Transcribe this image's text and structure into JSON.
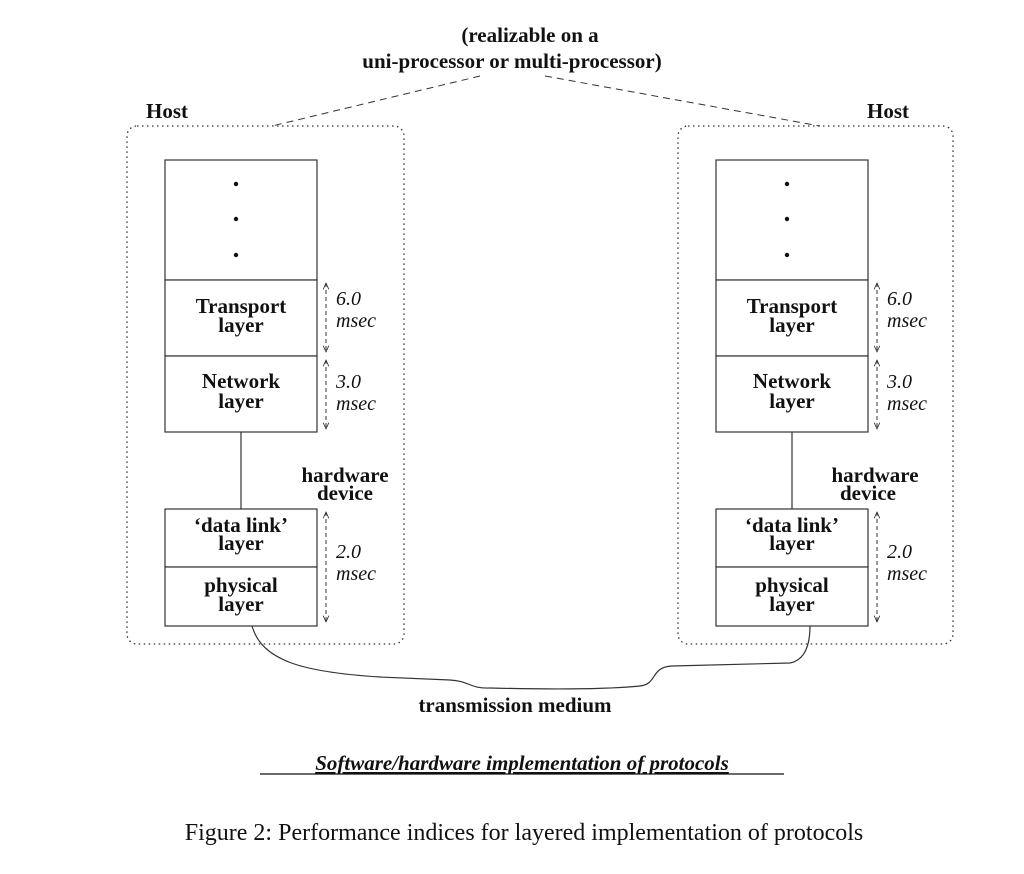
{
  "top_note": [
    "(realizable on a",
    "uni-processor  or  multi-processor)"
  ],
  "hosts": [
    {
      "label": "Host",
      "layers": {
        "transport": [
          "Transport",
          "layer"
        ],
        "network": [
          "Network",
          "layer"
        ],
        "datalink": [
          "‘data link’",
          "layer"
        ],
        "physical": [
          "physical",
          "layer"
        ]
      },
      "timings": {
        "transport": [
          "6.0",
          "msec"
        ],
        "network": [
          "3.0",
          "msec"
        ],
        "lower": [
          "2.0",
          "msec"
        ]
      },
      "device": [
        "hardware",
        "device"
      ]
    },
    {
      "label": "Host",
      "layers": {
        "transport": [
          "Transport",
          "layer"
        ],
        "network": [
          "Network",
          "layer"
        ],
        "datalink": [
          "‘data link’",
          "layer"
        ],
        "physical": [
          "physical",
          "layer"
        ]
      },
      "timings": {
        "transport": [
          "6.0",
          "msec"
        ],
        "network": [
          "3.0",
          "msec"
        ],
        "lower": [
          "2.0",
          "msec"
        ]
      },
      "device": [
        "hardware",
        "device"
      ]
    }
  ],
  "medium_label": "transmission medium",
  "subtitle": "Software/hardware implementation of protocols",
  "caption": "Figure 2:  Performance indices for layered implementation of protocols"
}
